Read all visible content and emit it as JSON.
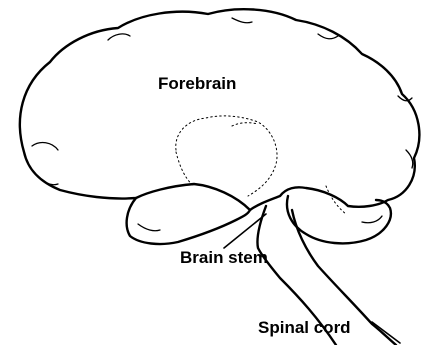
{
  "labels": {
    "forebrain": "Forebrain",
    "brain_stem": "Brain stem",
    "spinal_cord": "Spinal cord"
  }
}
